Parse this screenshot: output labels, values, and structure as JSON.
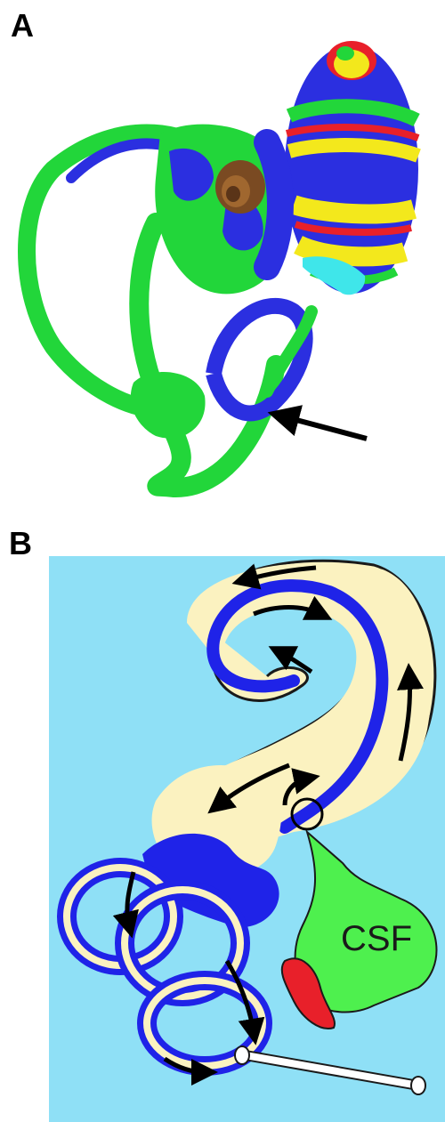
{
  "panels": [
    {
      "label": "A"
    },
    {
      "label": "B",
      "region_label": "CSF"
    }
  ],
  "colors": {
    "endolymph_blue": "#2b2fe0",
    "membrane_green": "#22d63a",
    "stripe_red": "#e8202a",
    "stripe_yellow": "#f3e81c",
    "sac_brown": "#7a4a22",
    "cyan": "#3fe6ea",
    "perilymph_cream": "#fbf2c0",
    "background_sky": "#8fe0f6",
    "csf_green": "#4ef04e",
    "arrow_black": "#000000"
  }
}
